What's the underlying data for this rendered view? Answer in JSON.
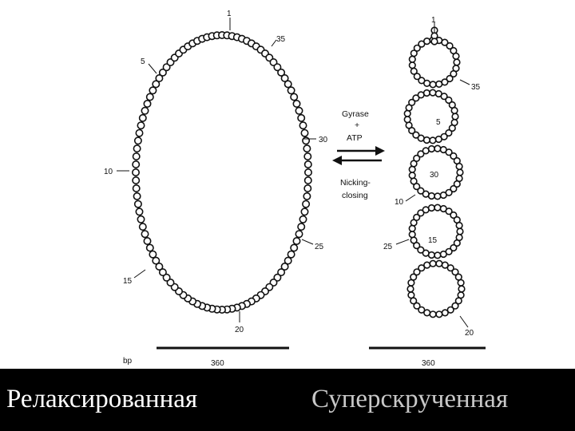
{
  "figure": {
    "relaxed_labels": {
      "l1": "1",
      "l35": "35",
      "l5": "5",
      "l30": "30",
      "l10": "10",
      "l25": "25",
      "l15": "15",
      "l20": "20"
    },
    "supercoiled_labels": {
      "l1": "1",
      "l35": "35",
      "l5": "5",
      "l30": "30",
      "l10": "10",
      "l25": "25",
      "l15": "15",
      "l20": "20"
    },
    "arrows": {
      "forward_line1": "Gyrase",
      "forward_line2": "+",
      "forward_line3": "ATP",
      "reverse_line1": "Nicking-",
      "reverse_line2": "closing"
    },
    "scale_left": "bp",
    "scale_left_value": "360",
    "scale_right_value": "360"
  },
  "captions": {
    "relaxed": "Релаксированная",
    "supercoiled": "Суперскрученная"
  },
  "colors": {
    "caption_bar": "#000000",
    "caption_left_text": "#ffffff",
    "caption_right_text": "#c8c8c8"
  }
}
